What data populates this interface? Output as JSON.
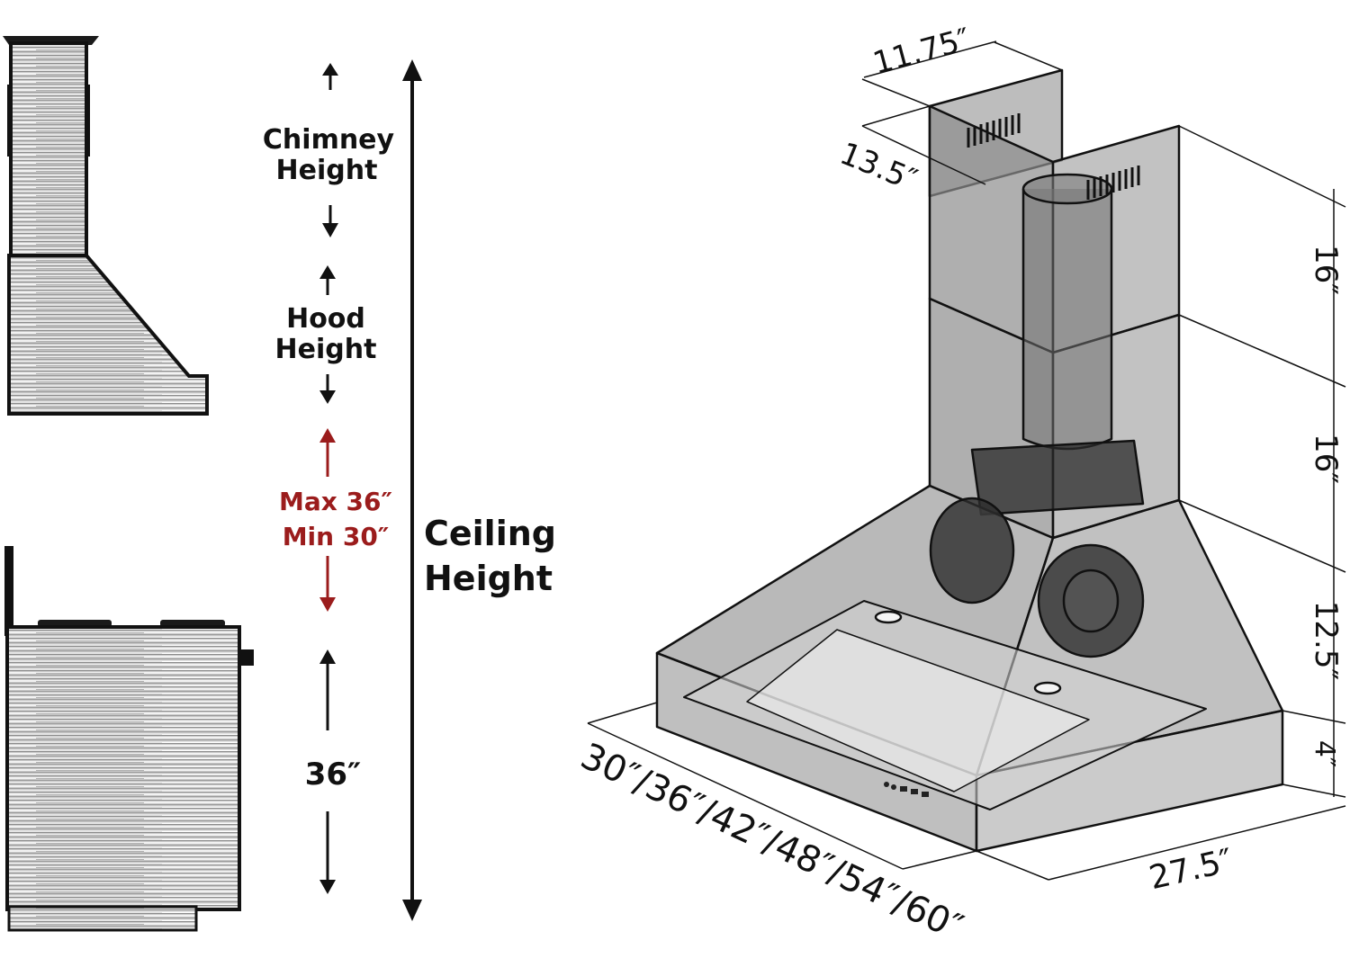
{
  "left_diagram": {
    "chimney_height": [
      "Chimney",
      "Height"
    ],
    "hood_height": [
      "Hood",
      "Height"
    ],
    "clearance": [
      "Max 36″",
      "Min 30″"
    ],
    "counter_height": "36″",
    "ceiling_height": [
      "Ceiling",
      "Height"
    ],
    "clearance_color": "#9b1c1c"
  },
  "right_diagram": {
    "chimney_width": "11.75″",
    "chimney_depth": "13.5″",
    "upper_chimney": "16″",
    "lower_chimney": "16″",
    "hood_height": "12.5″",
    "hood_lip": "4″",
    "widths": "30″/36″/42″/48″/54″/60″",
    "depth": "27.5″"
  }
}
